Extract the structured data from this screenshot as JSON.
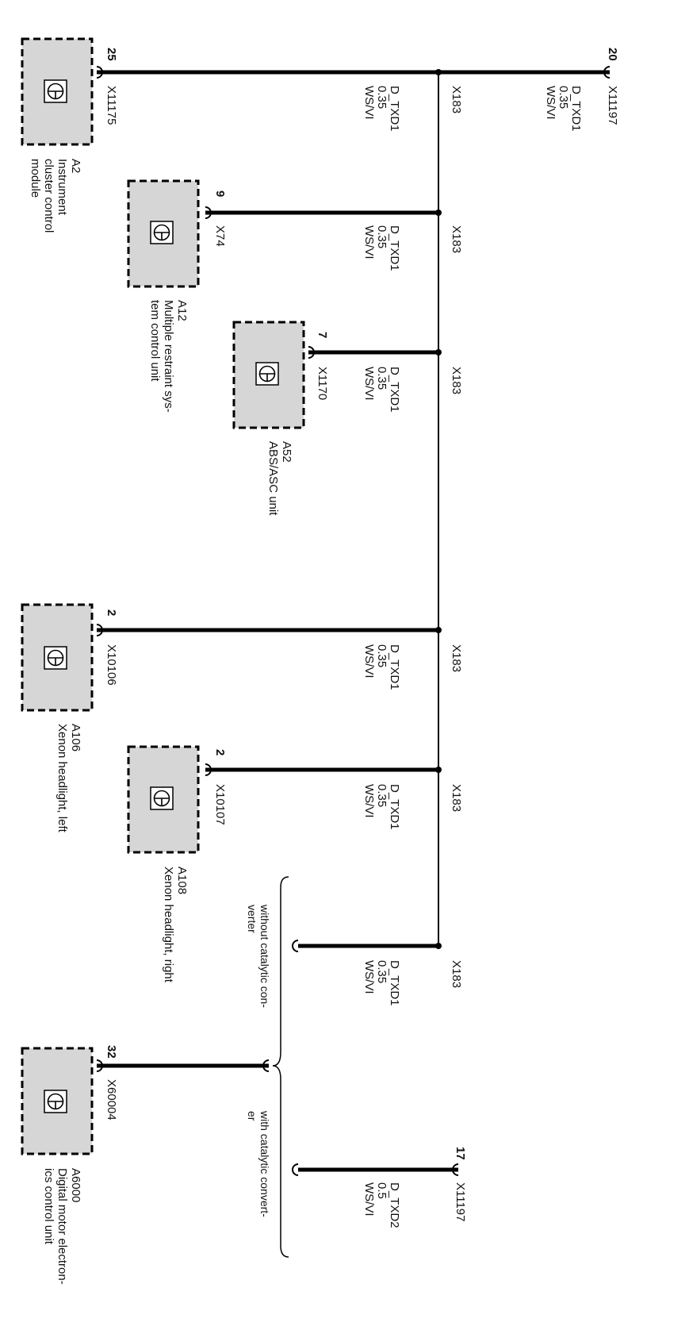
{
  "top_connector": {
    "name": "X11197",
    "pin": "20",
    "signal": "D_TXD1",
    "size": "0.35",
    "color": "WS/VI"
  },
  "bus_splice": "X183",
  "branches": [
    {
      "component": "A2",
      "description": "Instrument cluster control module",
      "connector": "X11175",
      "pin": "25",
      "signal": "D_TXD1",
      "size": "0.35",
      "color": "WS/VI"
    },
    {
      "component": "A12",
      "description": "Multiple restraint sys-\ntem control unit",
      "connector": "X74",
      "pin": "9",
      "signal": "D_TXD1",
      "size": "0.35",
      "color": "WS/VI"
    },
    {
      "component": "A52",
      "description": "ABS/ASC unit",
      "connector": "X1170",
      "pin": "7",
      "signal": "D_TXD1",
      "size": "0.35",
      "color": "WS/VI"
    },
    {
      "component": "A106",
      "description": "Xenon headlight, left",
      "connector": "X10106",
      "pin": "2",
      "signal": "D_TXD1",
      "size": "0.35",
      "color": "WS/VI"
    },
    {
      "component": "A108",
      "description": "Xenon headlight, right",
      "connector": "X10107",
      "pin": "2",
      "signal": "D_TXD1",
      "size": "0.35",
      "color": "WS/VI"
    }
  ],
  "variant_without": {
    "splice": "X183",
    "signal": "D_TXD1",
    "size": "0.35",
    "color": "WS/VI",
    "note": "without catalytic con-\nverter"
  },
  "variant_with": {
    "connector": "X11197",
    "pin": "17",
    "signal": "D_TXD2",
    "size": "0.5",
    "color": "WS/VI",
    "note": "with catalytic convert-\ner"
  },
  "dme": {
    "component": "A6000",
    "description": "Digital motor electron-\nics control unit",
    "connector": "X60004",
    "pin": "32"
  },
  "colors": {
    "module_fill": "#d6d6d6",
    "line": "#000000"
  }
}
